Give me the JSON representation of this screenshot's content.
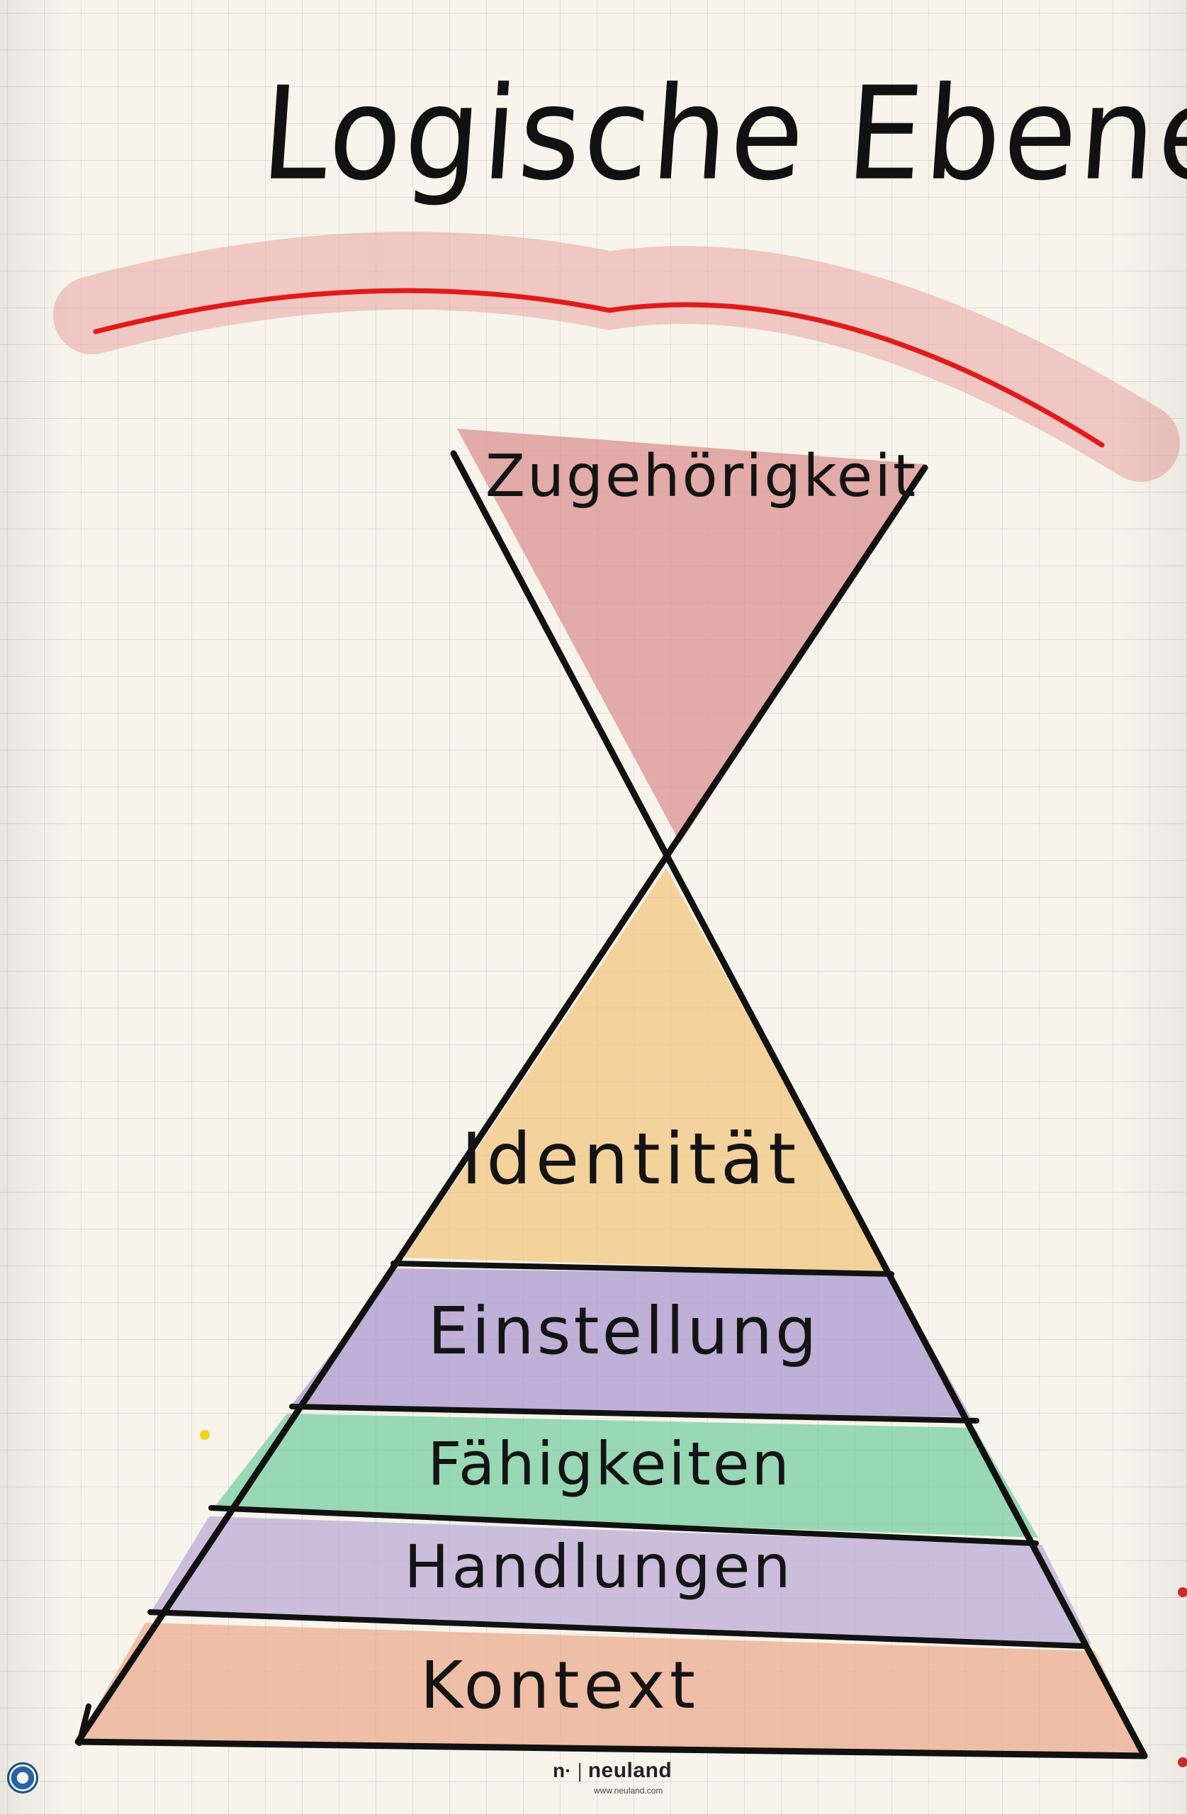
{
  "title": "Logische Ebenen",
  "apex": {
    "label": "Zugehörigkeit",
    "color": "#d98b8b"
  },
  "levels": [
    {
      "label": "Identität",
      "color": "#f1c57d"
    },
    {
      "label": "Einstellung",
      "color": "#a995cf"
    },
    {
      "label": "Fähigkeiten",
      "color": "#6fcc9d"
    },
    {
      "label": "Handlungen",
      "color": "#b6a6d6"
    },
    {
      "label": "Kontext",
      "color": "#eba98a"
    }
  ],
  "arc_color": "#e01b1b",
  "arc_glow_color": "#e9a2a2",
  "brand": {
    "mark": "n·",
    "name": "neuland",
    "url": "www.neuland.com"
  }
}
